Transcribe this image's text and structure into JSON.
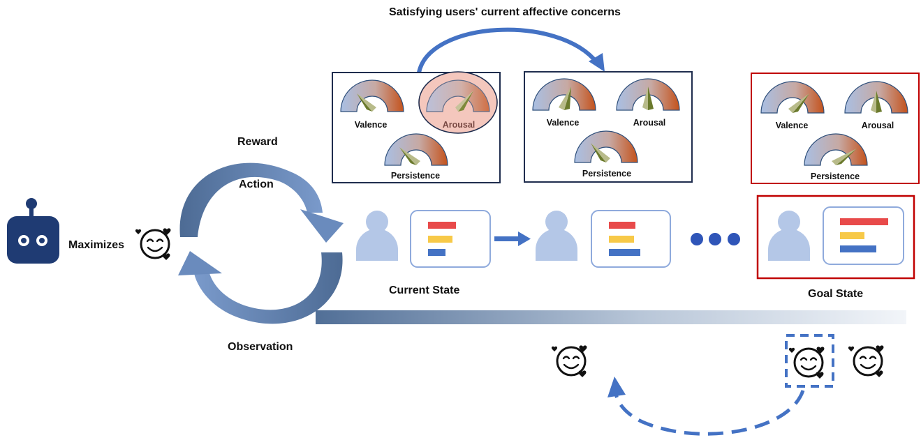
{
  "top_caption": "Satisfying users' current affective concerns",
  "agent": {
    "maximizes_label": "Maximizes"
  },
  "loop": {
    "reward_label": "Reward",
    "action_label": "Action",
    "observation_label": "Observation"
  },
  "states": {
    "current_label": "Current State",
    "goal_label": "Goal State"
  },
  "affect_panels": [
    {
      "valence_label": "Valence",
      "arousal_label": "Arousal",
      "persistence_label": "Persistence",
      "arousal_highlighted": true
    },
    {
      "valence_label": "Valence",
      "arousal_label": "Arousal",
      "persistence_label": "Persistence",
      "arousal_highlighted": false
    },
    {
      "valence_label": "Valence",
      "arousal_label": "Arousal",
      "persistence_label": "Persistence",
      "arousal_highlighted": false
    }
  ],
  "colors": {
    "blue": "#4472c4",
    "dark_navy": "#1f2d4e",
    "red_border": "#c00000",
    "bar_red": "#e84a4a",
    "bar_yellow": "#f7c948",
    "bar_blue": "#4472c4",
    "person": "#b4c7e7"
  }
}
